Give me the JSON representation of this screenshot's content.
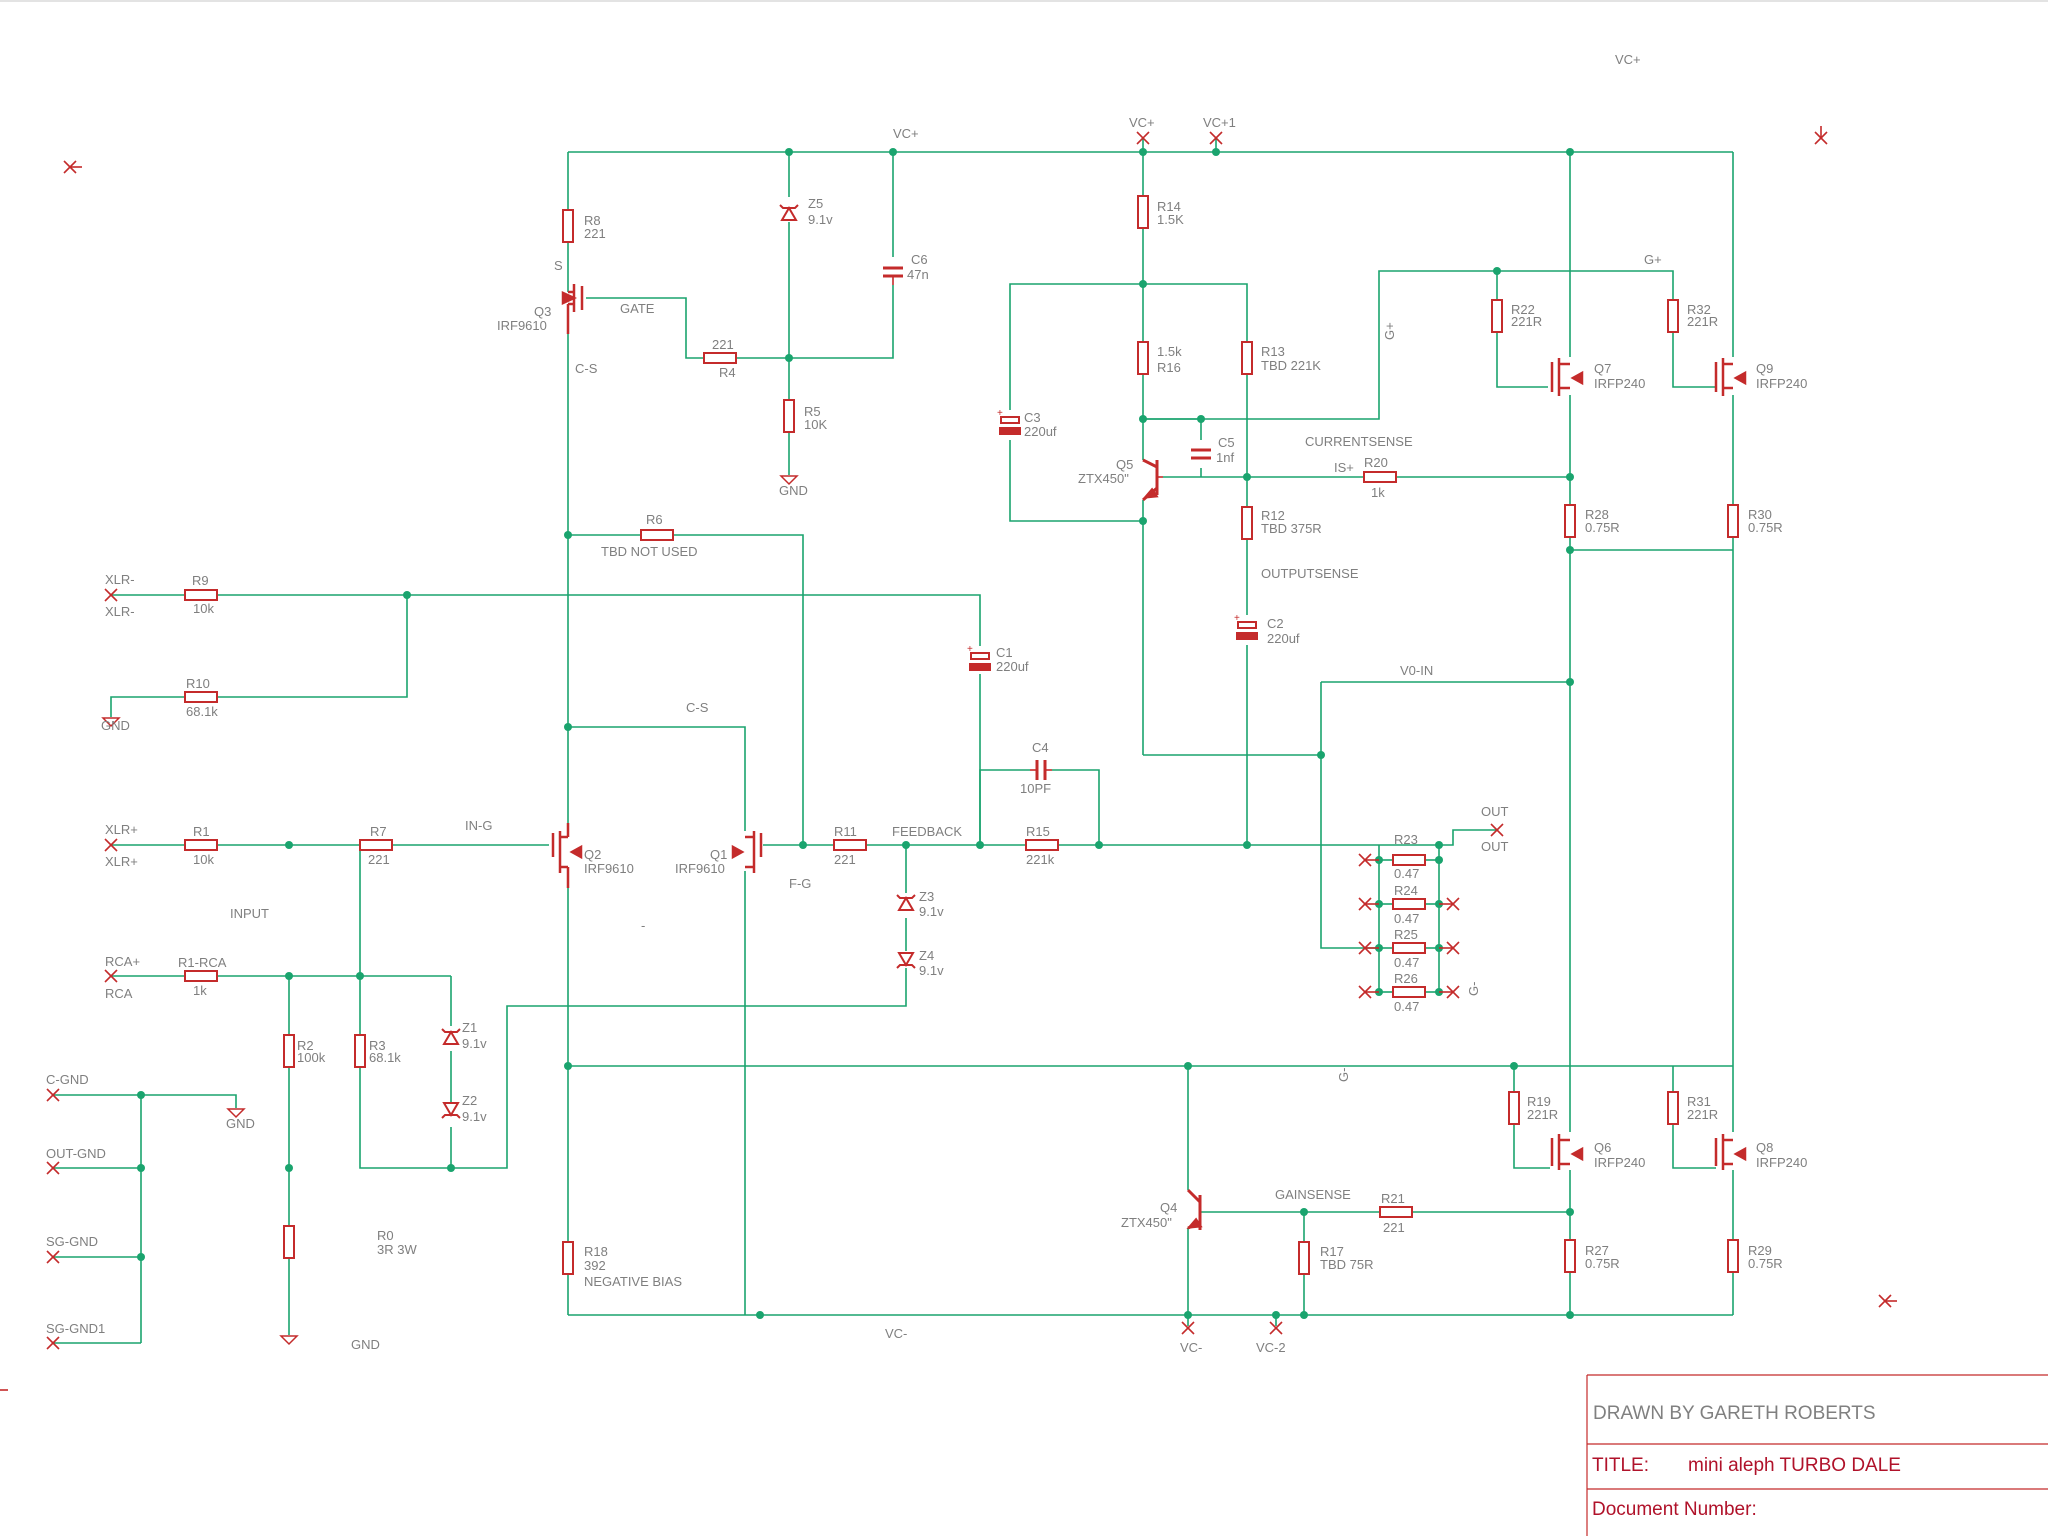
{
  "colors": {
    "wire": "#1aa46e",
    "part": "#c42b2b",
    "text": "#7f7f7f",
    "title_text": "#808080"
  },
  "title_block": {
    "drawn_by": "DRAWN BY GARETH ROBERTS",
    "title_label": "TITLE:",
    "title_value": "mini aleph TURBO DALE",
    "doc_label": "Document Number:"
  },
  "labels": {
    "vc_plus_top_right": "VC+",
    "vc_plus_rail": "VC+",
    "vc_plus_port": "VC+",
    "vc_plus_1": "VC+1",
    "vc_minus_rail": "VC-",
    "vc_minus_port": "VC-",
    "vc_minus_2": "VC-2",
    "gate": "GATE",
    "s": "S",
    "c_s_top": "C-S",
    "c_s_mid": "C-S",
    "in_g": "IN-G",
    "f_g": "F-G",
    "feedback": "FEEDBACK",
    "input": "INPUT",
    "dash": "-",
    "currentsense": "CURRENTSENSE",
    "is_plus": "IS+",
    "outputsense": "OUTPUTSENSE",
    "v0_in": "V0-IN",
    "g_plus": "G+",
    "g_plus_vert": "G+",
    "g_minus": "G-",
    "g_minus_vert": "G-",
    "gainsense": "GAINSENSE",
    "negative_bias": "NEGATIVE BIAS",
    "tbd_not_used": "TBD NOT USED",
    "out_port": "OUT",
    "out_label": "OUT",
    "xlr_minus_port": "XLR-",
    "xlr_minus_label": "XLR-",
    "xlr_plus_port": "XLR+",
    "xlr_plus_label": "XLR+",
    "rca_plus_port": "RCA+",
    "rca_label": "RCA",
    "gnd_1": "GND",
    "gnd_2": "GND",
    "gnd_3": "GND",
    "gnd_4": "GND",
    "c_gnd": "C-GND",
    "out_gnd": "OUT-GND",
    "sg_gnd": "SG-GND",
    "sg_gnd1": "SG-GND1"
  },
  "components": {
    "R8": {
      "name": "R8",
      "value": "221"
    },
    "R4": {
      "name": "R4",
      "value": "221"
    },
    "R5": {
      "name": "R5",
      "value": "10K"
    },
    "R6": {
      "name": "R6",
      "value": "TBD NOT USED"
    },
    "R9": {
      "name": "R9",
      "value": "10k"
    },
    "R10": {
      "name": "R10",
      "value": "68.1k"
    },
    "R1": {
      "name": "R1",
      "value": "10k"
    },
    "R7": {
      "name": "R7",
      "value": "221"
    },
    "R1_RCA": {
      "name": "R1-RCA",
      "value": "1k"
    },
    "R2": {
      "name": "R2",
      "value": "100k"
    },
    "R3": {
      "name": "R3",
      "value": "68.1k"
    },
    "R0": {
      "name": "R0",
      "value": "3R 3W"
    },
    "R18": {
      "name": "R18",
      "value": "392"
    },
    "R11": {
      "name": "R11",
      "value": "221"
    },
    "R15": {
      "name": "R15",
      "value": "221k"
    },
    "R14": {
      "name": "R14",
      "value": "1.5K"
    },
    "R16": {
      "name": "R16",
      "value": "1.5k"
    },
    "R13": {
      "name": "R13",
      "value": "TBD 221K"
    },
    "R12": {
      "name": "R12",
      "value": "TBD 375R"
    },
    "R20": {
      "name": "R20",
      "value": "1k"
    },
    "R22": {
      "name": "R22",
      "value": "221R"
    },
    "R32": {
      "name": "R32",
      "value": "221R"
    },
    "R28": {
      "name": "R28",
      "value": "0.75R"
    },
    "R30": {
      "name": "R30",
      "value": "0.75R"
    },
    "R23": {
      "name": "R23",
      "value": "0.47"
    },
    "R24": {
      "name": "R24",
      "value": "0.47"
    },
    "R25": {
      "name": "R25",
      "value": "0.47"
    },
    "R26": {
      "name": "R26",
      "value": "0.47"
    },
    "R19": {
      "name": "R19",
      "value": "221R"
    },
    "R31": {
      "name": "R31",
      "value": "221R"
    },
    "R21": {
      "name": "R21",
      "value": "221"
    },
    "R17": {
      "name": "R17",
      "value": "TBD 75R"
    },
    "R27": {
      "name": "R27",
      "value": "0.75R"
    },
    "R29": {
      "name": "R29",
      "value": "0.75R"
    },
    "C6": {
      "name": "C6",
      "value": "47n"
    },
    "C3": {
      "name": "C3",
      "value": "220uf"
    },
    "C5": {
      "name": "C5",
      "value": "1nf"
    },
    "C1": {
      "name": "C1",
      "value": "220uf"
    },
    "C2": {
      "name": "C2",
      "value": "220uf"
    },
    "C4": {
      "name": "C4",
      "value": "10PF"
    },
    "Z5": {
      "name": "Z5",
      "value": "9.1v"
    },
    "Z1": {
      "name": "Z1",
      "value": "9.1v"
    },
    "Z2": {
      "name": "Z2",
      "value": "9.1v"
    },
    "Z3": {
      "name": "Z3",
      "value": "9.1v"
    },
    "Z4": {
      "name": "Z4",
      "value": "9.1v"
    },
    "Q3": {
      "name": "Q3",
      "value": "IRF9610"
    },
    "Q2": {
      "name": "Q2",
      "value": "IRF9610"
    },
    "Q1": {
      "name": "Q1",
      "value": "IRF9610"
    },
    "Q5": {
      "name": "Q5",
      "value": "ZTX450\""
    },
    "Q4": {
      "name": "Q4",
      "value": "ZTX450\""
    },
    "Q7": {
      "name": "Q7",
      "value": "IRFP240"
    },
    "Q9": {
      "name": "Q9",
      "value": "IRFP240"
    },
    "Q6": {
      "name": "Q6",
      "value": "IRFP240"
    },
    "Q8": {
      "name": "Q8",
      "value": "IRFP240"
    }
  }
}
